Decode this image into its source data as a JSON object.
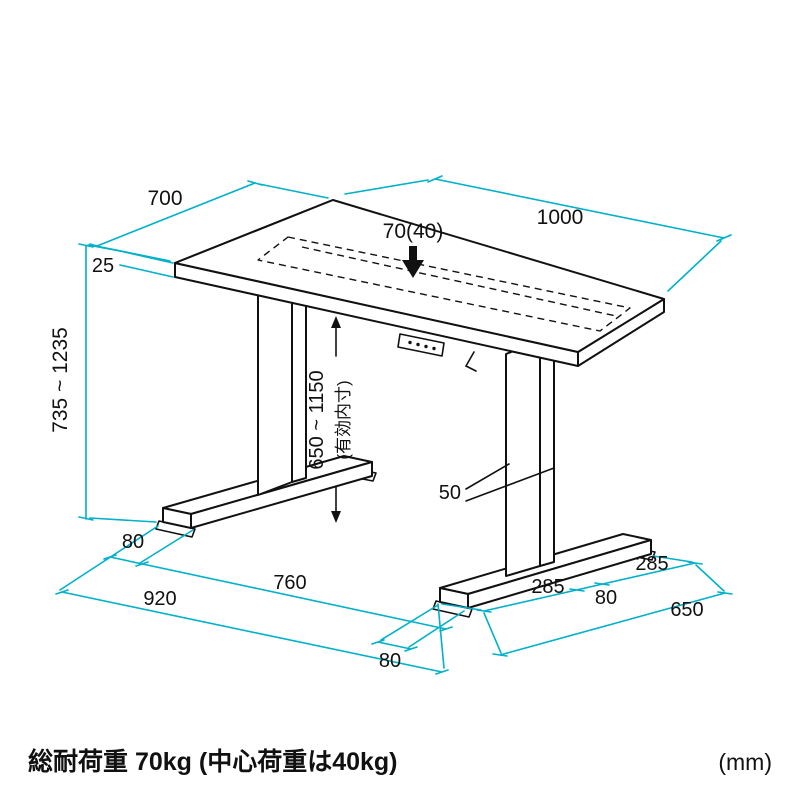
{
  "colors": {
    "accent": "#00b1c9",
    "ink": "#111111"
  },
  "footer": {
    "load_note": "総耐荷重 70kg (中心荷重は40kg)",
    "unit": "(mm)"
  },
  "dims": {
    "depth": "700",
    "width": "1000",
    "top_thickness": "25",
    "height_range": "735 ~ 1235",
    "center_load": "70(40)",
    "under_clearance": "650 ~ 1150",
    "under_clearance_note": "(有効内寸)",
    "column_width": "50",
    "left_foot_width": "80",
    "feet_span": "760",
    "base_width": "920",
    "right_foot_width": "80",
    "foot_front_seg": "285",
    "foot_center_seg": "80",
    "foot_back_seg": "285",
    "foot_length": "650"
  }
}
